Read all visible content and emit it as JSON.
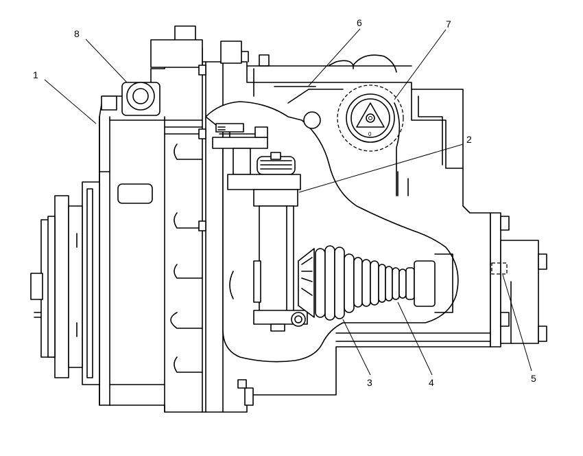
{
  "labels": {
    "c1": "1",
    "c2": "2",
    "c3": "3",
    "c4": "4",
    "c5": "5",
    "c6": "6",
    "c7": "7",
    "c8": "8"
  },
  "gauge_mark": "0"
}
